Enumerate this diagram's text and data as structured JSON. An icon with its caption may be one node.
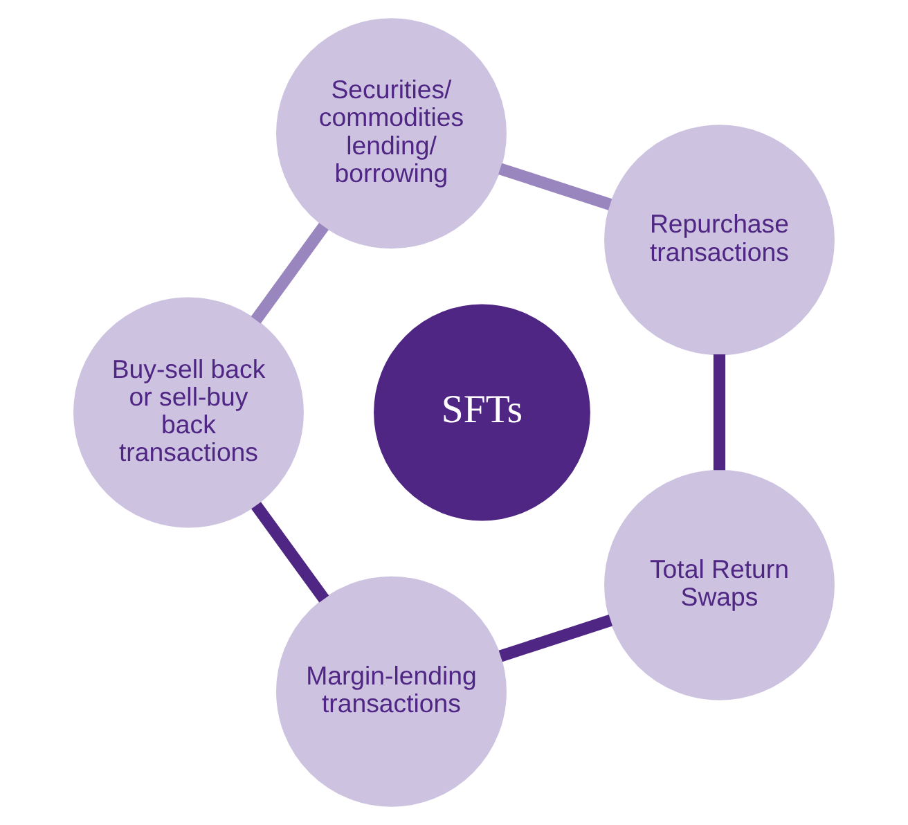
{
  "diagram": {
    "nodes": [
      {
        "text": [
          "Repurchase transactions"
        ]
      },
      {
        "text": [
          "Securities/ commodities lending/ borrowing"
        ]
      },
      {
        "text": [
          "Buy-sell back or sell-buy back transactions"
        ]
      },
      {
        "text": [
          "Margin-lending transactions"
        ]
      },
      {
        "text": [
          "Total Return Swaps"
        ]
      },
      {
        "text": [
          "SFTs"
        ]
      }
    ],
    "edges": [
      {
        "from": 0,
        "to": 1,
        "arrow": "none",
        "color": "#9a86bf"
      },
      {
        "from": 1,
        "to": 2,
        "arrow": "none",
        "color": "#9a86bf"
      },
      {
        "from": 2,
        "to": 3,
        "arrow": "none"
      },
      {
        "from": 3,
        "to": 4,
        "arrow": "none"
      },
      {
        "from": 4,
        "to": 0,
        "arrow": "none"
      }
    ]
  }
}
